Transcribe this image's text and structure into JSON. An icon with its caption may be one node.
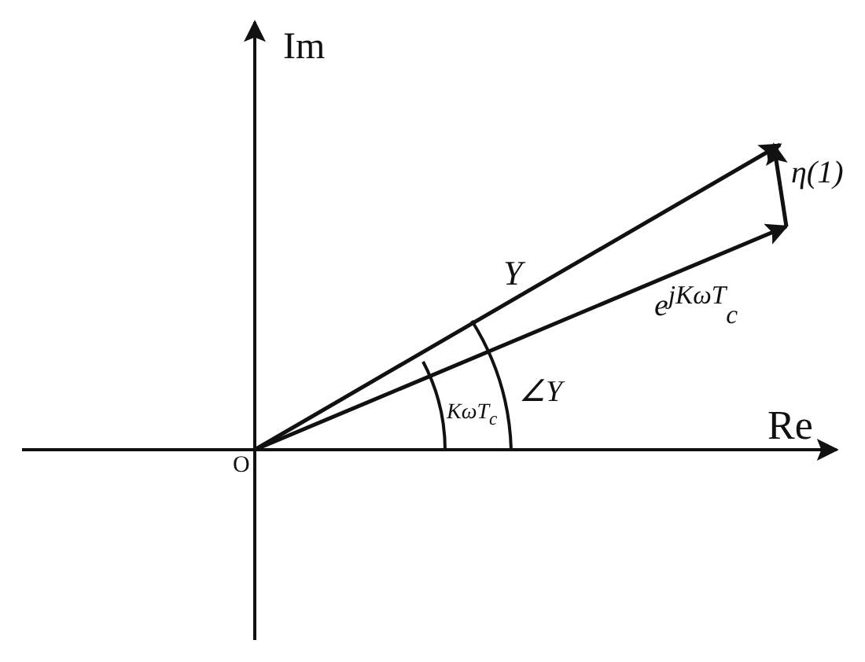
{
  "diagram": {
    "labels": [
      "Im",
      "Re",
      "O",
      "Y",
      "e$^{jKωT}$$_{c}$",
      "η(1)",
      "KωT$_{c}$",
      "∠Y"
    ]
  }
}
